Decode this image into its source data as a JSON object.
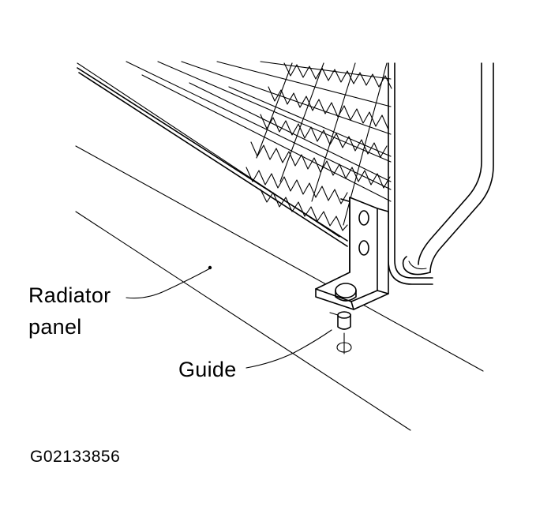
{
  "labels": {
    "radiator_panel_line1": "Radiator",
    "radiator_panel_line2": "panel",
    "guide": "Guide"
  },
  "figure_id": "G02133856",
  "colors": {
    "ink": "#000000",
    "background": "#ffffff"
  }
}
